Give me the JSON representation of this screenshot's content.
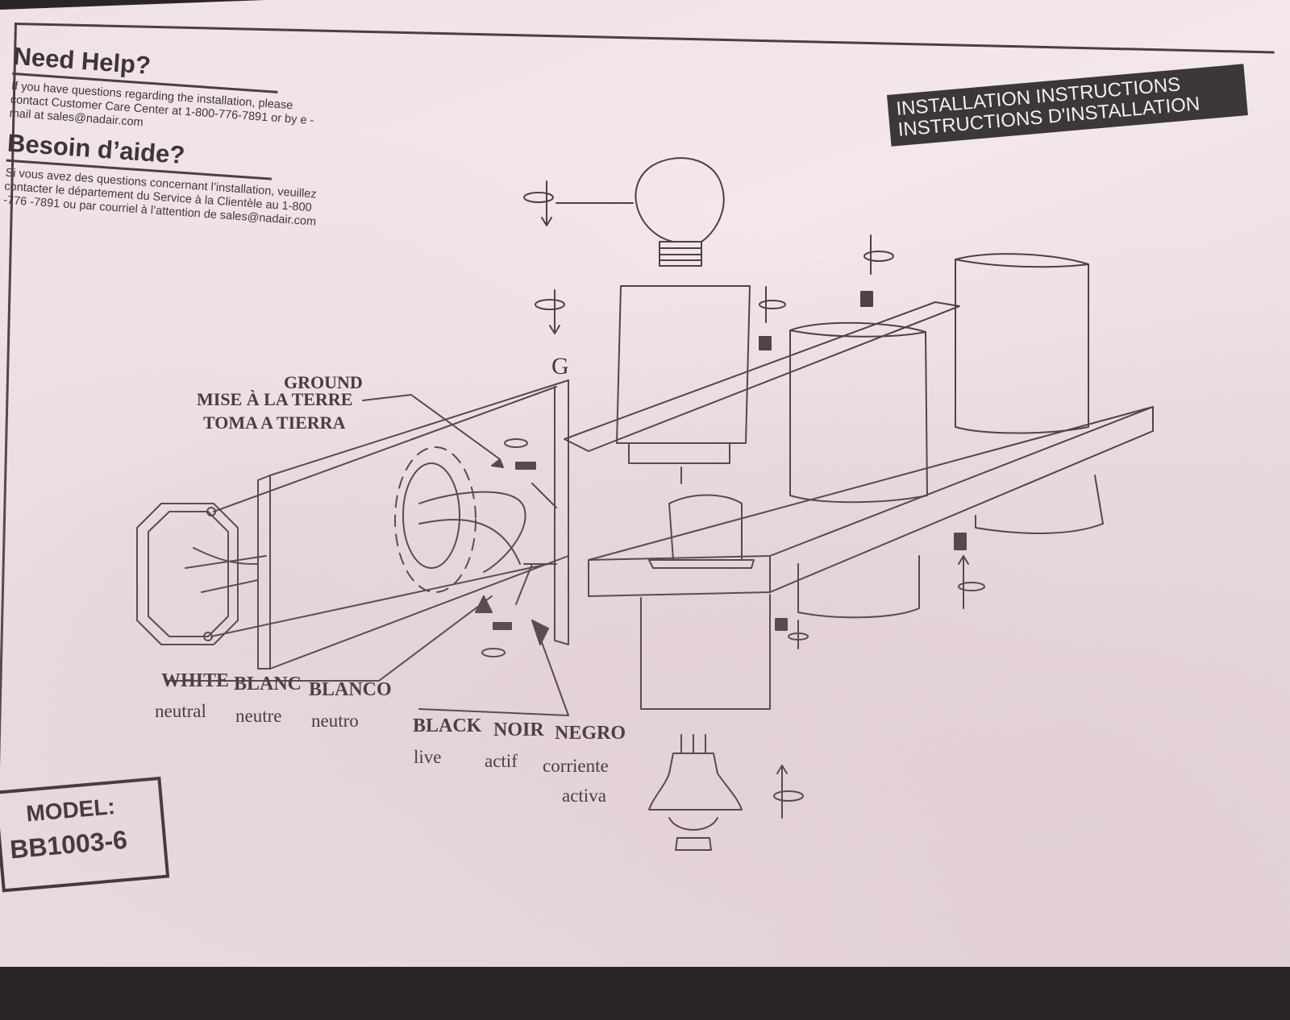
{
  "help_en": {
    "heading": "Need Help?",
    "text": "If you have questions regarding the installation, please contact Customer Care Center at  1-800-776-7891 or by e - mail at  sales@nadair.com"
  },
  "help_fr": {
    "heading": "Besoin d’aide?",
    "text": "Si vous avez des questions concernant l’installation, veuillez contacter le département du Service à la Clientèle au  1-800 -776 -7891 ou par courriel à l’attention de sales@nadair.com"
  },
  "title": {
    "line1": "INSTALLATION  INSTRUCTIONS",
    "line2": "INSTRUCTIONS D'INSTALLATION"
  },
  "labels": {
    "g": "G",
    "ground": "GROUND",
    "ground_fr": "MISE À LA TERRE",
    "ground_es": "TOMA A TIERRA",
    "white": "WHITE",
    "blanc": "BLANC",
    "blanco": "BLANCO",
    "neutral": "neutral",
    "neutre": "neutre",
    "neutro": "neutro",
    "black": "BLACK",
    "noir": "NOIR",
    "negro": "NEGRO",
    "live": "live",
    "actif": "actif",
    "corriente": "corriente",
    "activa": "activa"
  },
  "model": {
    "label": "MODEL:",
    "number": "BB1003-6"
  },
  "colors": {
    "paper": "#f1e4e8",
    "ink": "#3d3536",
    "title_bg": "#3c3739"
  }
}
